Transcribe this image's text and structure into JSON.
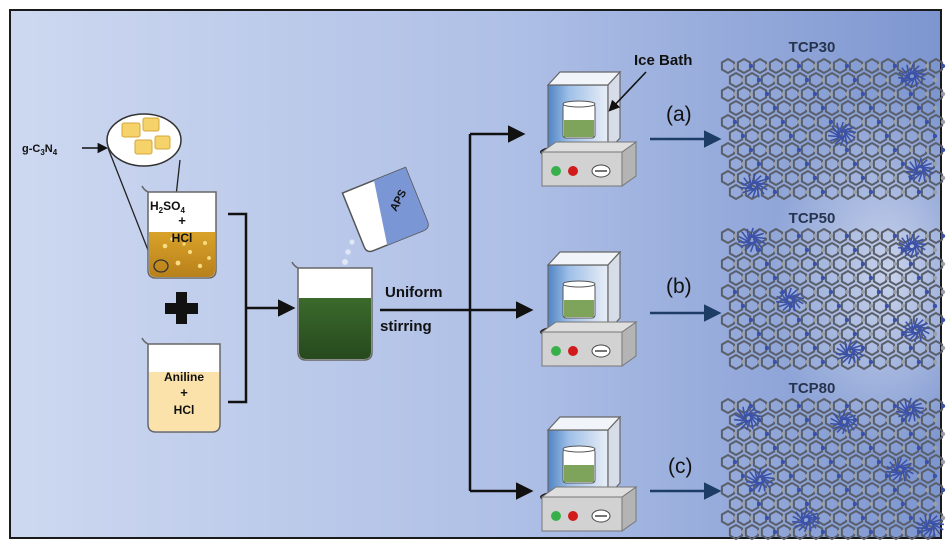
{
  "labels": {
    "gc3n4_main": "g-C",
    "gc3n4_sub1": "3",
    "gc3n4_n": "N",
    "gc3n4_sub2": "4",
    "beaker1_line1_main": "H",
    "beaker1_line1_sub1": "2",
    "beaker1_line1_rest": "SO",
    "beaker1_line1_sub2": "4",
    "beaker1_plus": "+",
    "beaker1_line2": "HCl",
    "beaker2_line1": "Aniline",
    "beaker2_plus": "+",
    "beaker2_line2": "HCl",
    "aps": "APS",
    "stirring_line1": "Uniform",
    "stirring_line2": "stirring",
    "ice_bath": "Ice Bath"
  },
  "branches": [
    {
      "label": "(a)",
      "product": "TCP30"
    },
    {
      "label": "(b)",
      "product": "TCP50"
    },
    {
      "label": "(c)",
      "product": "TCP80"
    }
  ],
  "colors": {
    "background_start": "#c6d3ef",
    "background_end": "#7f98d3",
    "acid_solution": "#c8951b",
    "aniline_solution": "#fbe2ab",
    "mix_solution": "#2f5b24",
    "ice_green": "#7ea35a",
    "ice_blue": "#4f84c4",
    "stirrer_gray": "#d2d2d2",
    "knob_green": "#38b04a",
    "knob_red": "#d11a1a",
    "molecule_gray": "#5a5f6a",
    "molecule_blue": "#3c52a8"
  }
}
